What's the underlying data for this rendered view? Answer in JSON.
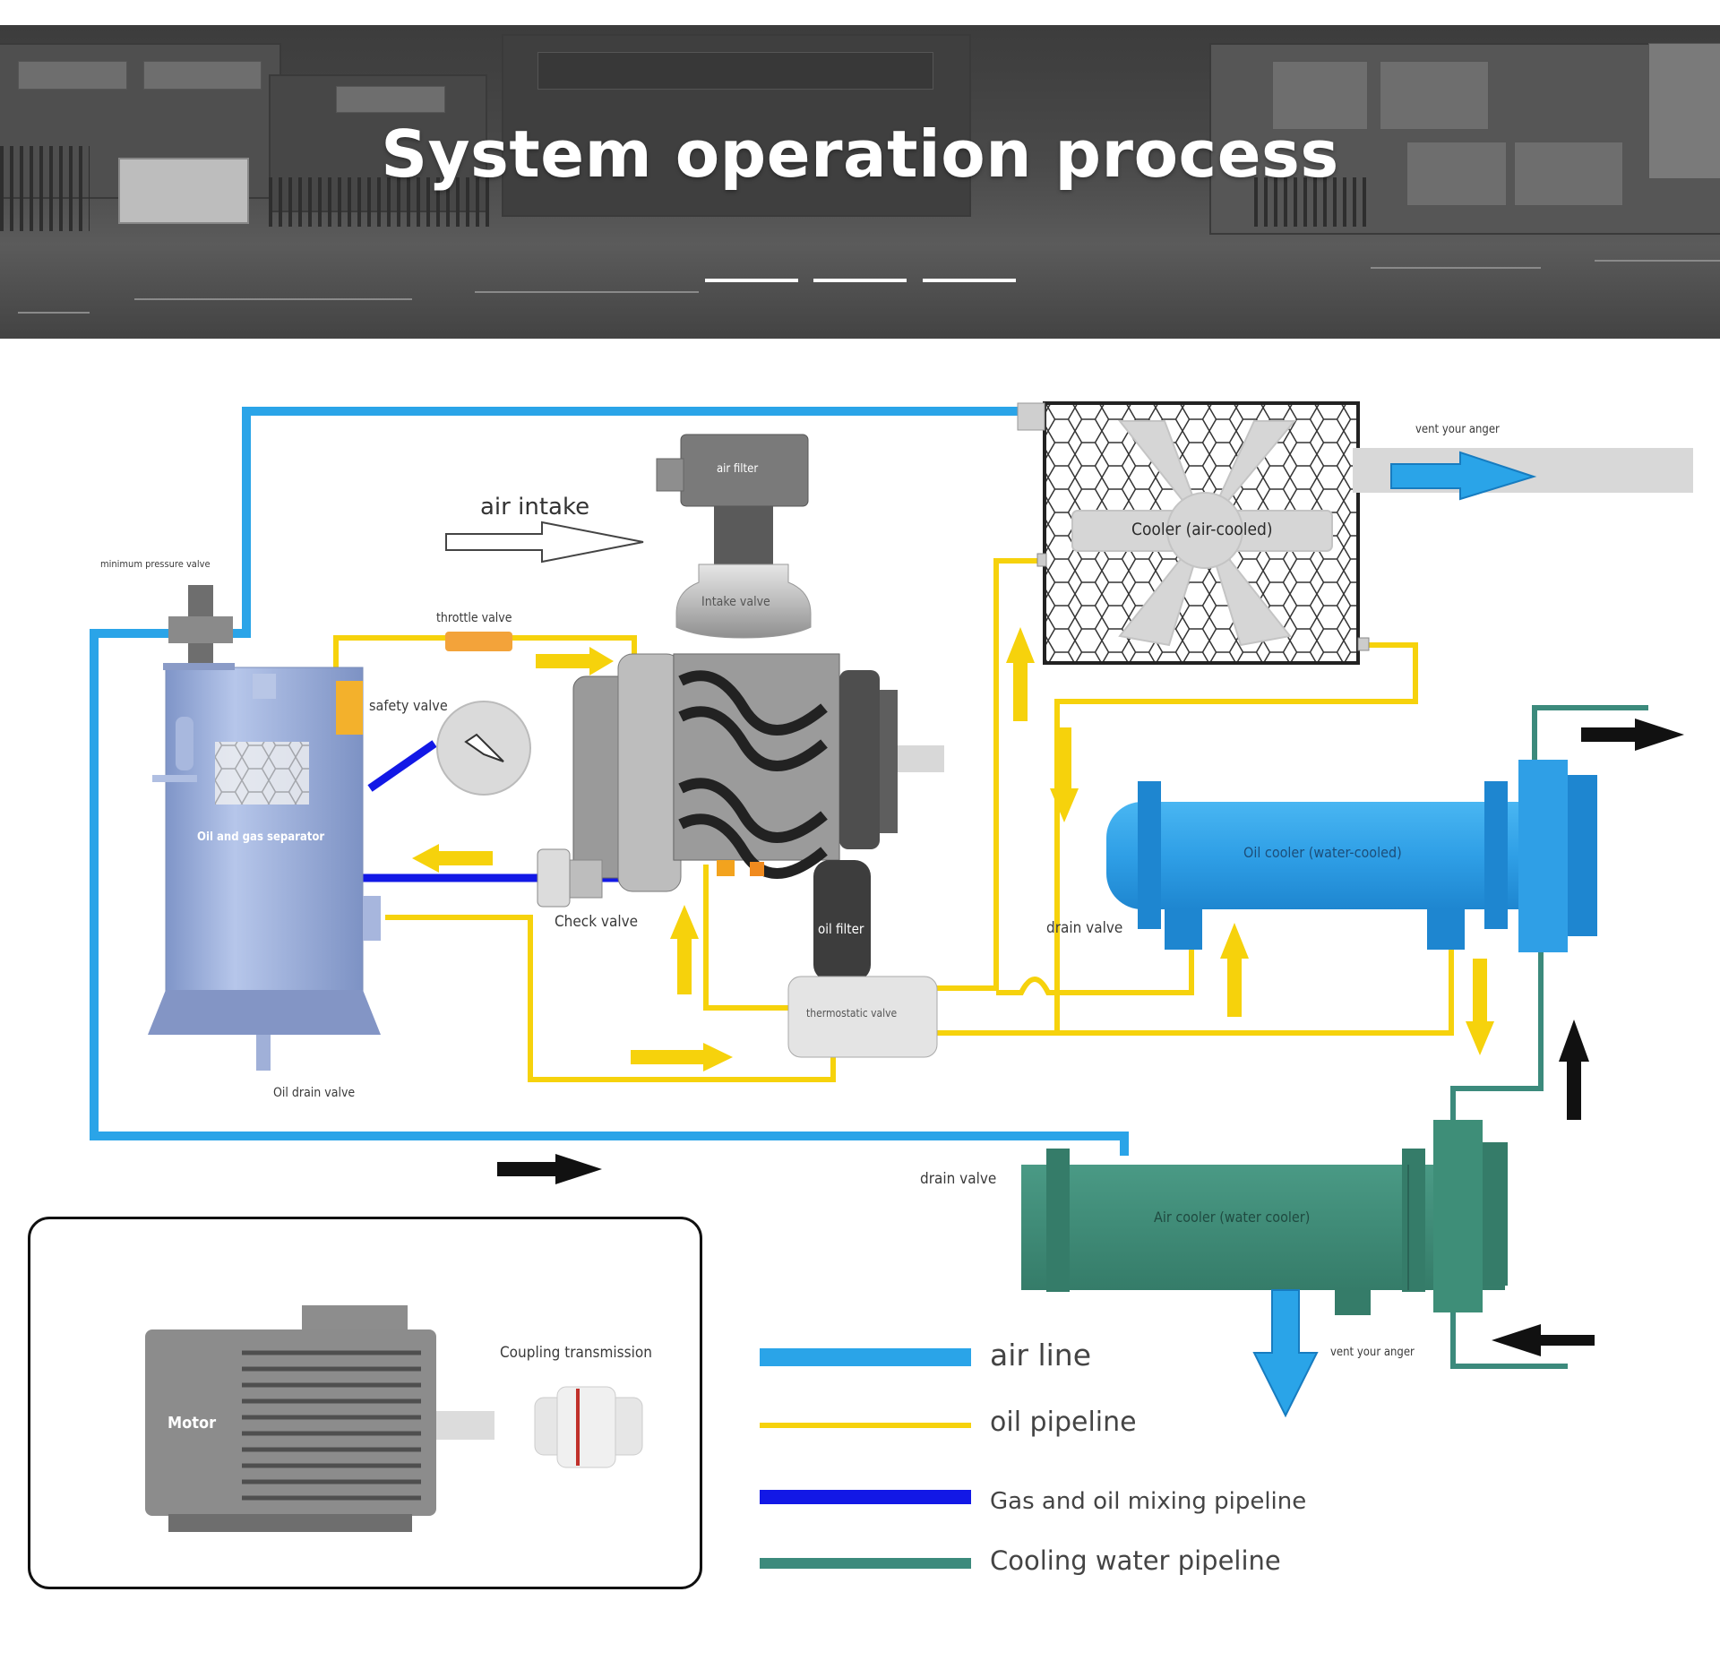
{
  "banner": {
    "title": "System operation process"
  },
  "labels": {
    "air_intake": "air intake",
    "air_filter": "air filter",
    "intake_valve": "Intake valve",
    "minimum_pressure_valve": "minimum pressure valve",
    "throttle_valve": "throttle valve",
    "safety_valve": "safety valve",
    "oil_gas_separator": "Oil and gas separator",
    "check_valve": "Check valve",
    "oil_filter": "oil filter",
    "thermostatic_valve": "thermostatic valve",
    "oil_drain_valve": "Oil drain valve",
    "cooler_air": "Cooler (air-cooled)",
    "vent_top": "vent your anger",
    "oil_cooler": "Oil cooler (water-cooled)",
    "drain_valve_oil": "drain valve",
    "drain_valve_air": "drain valve",
    "air_cooler": "Air cooler (water cooler)",
    "vent_bottom": "vent your anger",
    "motor": "Motor",
    "coupling": "Coupling transmission"
  },
  "legend": [
    {
      "label": "air line",
      "color": "#2aa4e8"
    },
    {
      "label": "oil pipeline",
      "color": "#f6d20c"
    },
    {
      "label": "Gas and oil mixing pipeline",
      "color": "#1218e6"
    },
    {
      "label": "Cooling water pipeline",
      "color": "#3c8a7c"
    }
  ],
  "colors": {
    "air": "#2aa4e8",
    "oil": "#f6d20c",
    "mix": "#1218e6",
    "water": "#3c8a7c",
    "separator": "#98acd8",
    "oil_cooler_body": "#2d9fe6",
    "air_cooler_body": "#3e8e78",
    "motor_body": "#8c8c8c"
  }
}
